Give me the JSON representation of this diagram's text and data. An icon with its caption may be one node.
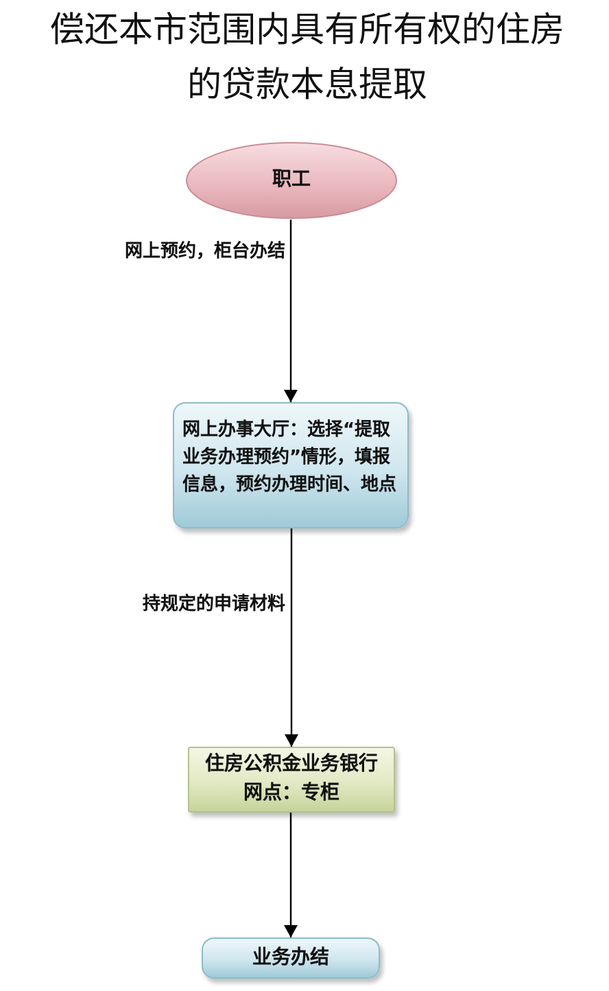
{
  "diagram": {
    "title": "偿还本市范围内具有所有权的住房的贷款本息提取",
    "nodes": [
      {
        "text": [
          "职工"
        ]
      },
      {
        "text": [
          "网上办事大厅：选择“提取业务办理预约”情形，填报信息，预约办理时间、地点"
        ]
      },
      {
        "text": [
          "住房公积金业务银行网点：专柜"
        ]
      },
      {
        "text": [
          "业务办结"
        ]
      }
    ],
    "edges": [
      {
        "from": 0,
        "to": 1,
        "arrow": "to",
        "label": "网上预约，柜台办结"
      },
      {
        "from": 1,
        "to": 2,
        "arrow": "to",
        "label": "持规定的申请材料"
      },
      {
        "from": 2,
        "to": 3,
        "arrow": "to"
      }
    ]
  }
}
